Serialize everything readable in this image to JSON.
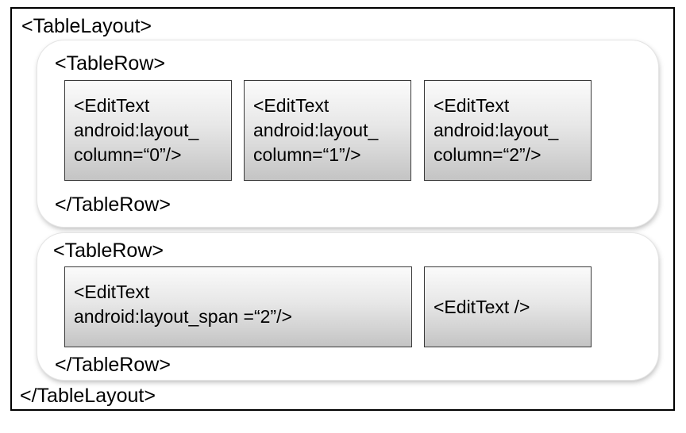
{
  "table_layout": {
    "open_tag": "<TableLayout>",
    "close_tag": "</TableLayout>"
  },
  "rows": [
    {
      "open_tag": "<TableRow>",
      "close_tag": "</TableRow>",
      "cells": [
        {
          "lines": [
            "<EditText",
            "android:layout_",
            "column=“0”/>"
          ]
        },
        {
          "lines": [
            "<EditText",
            "android:layout_",
            "column=“1”/>"
          ]
        },
        {
          "lines": [
            "<EditText",
            "android:layout_",
            "column=“2”/>"
          ]
        }
      ]
    },
    {
      "open_tag": "<TableRow>",
      "close_tag": "</TableRow>",
      "cells": [
        {
          "lines": [
            "<EditText",
            "android:layout_span =“2”/>"
          ]
        },
        {
          "lines": [
            "<EditText />"
          ]
        }
      ]
    }
  ]
}
